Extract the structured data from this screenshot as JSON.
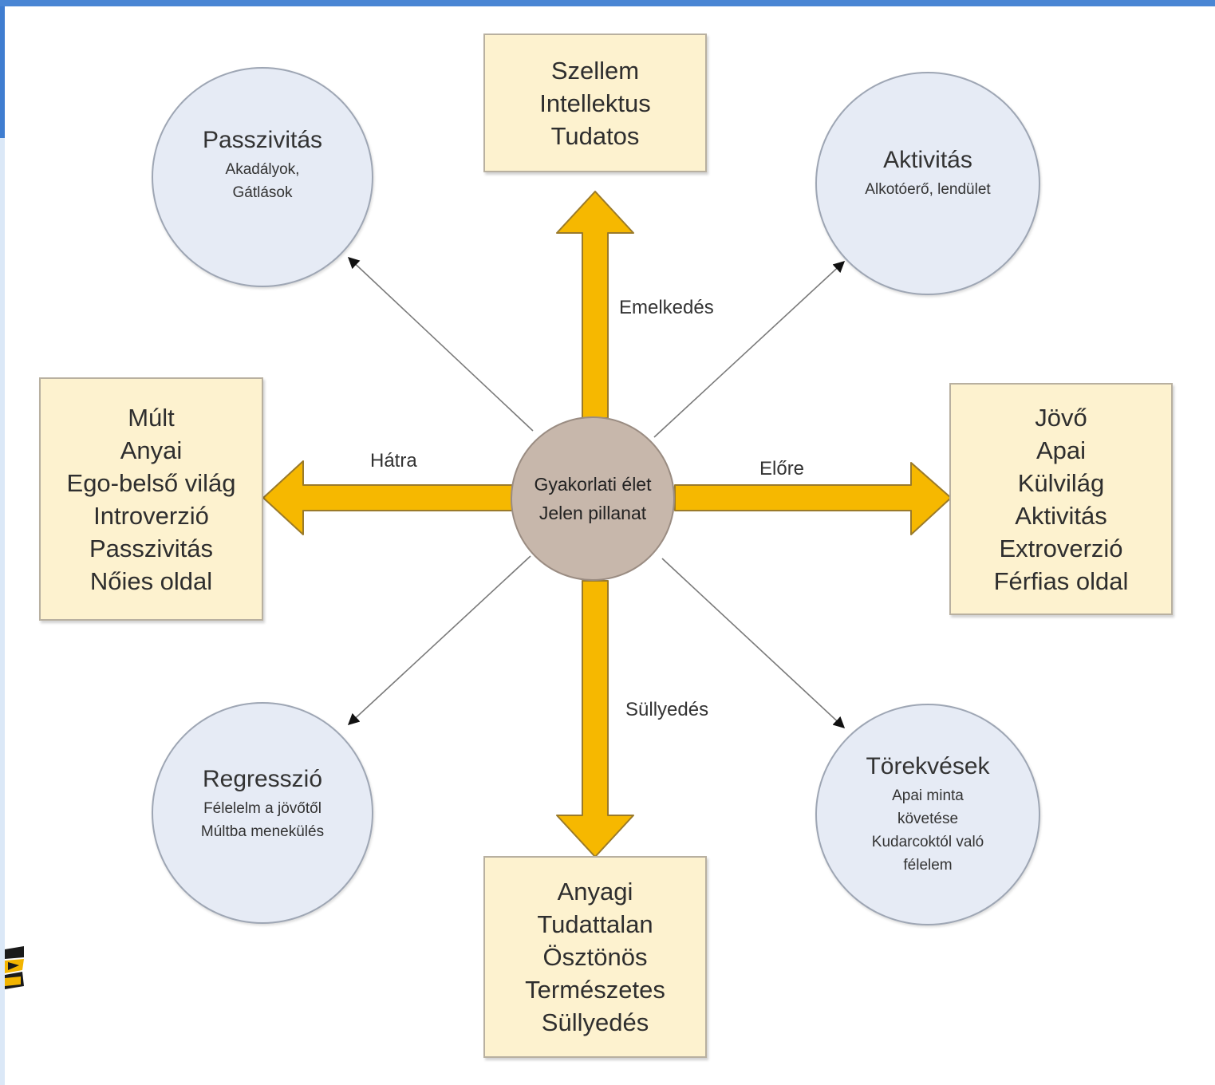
{
  "center": {
    "line1": "Gyakorlati élet",
    "line2": "Jelen pillanat"
  },
  "boxes": {
    "top": {
      "lines": [
        "Szellem",
        "Intellektus",
        "Tudatos"
      ]
    },
    "left": {
      "lines": [
        "Múlt",
        "Anyai",
        "Ego-belső világ",
        "Introverzió",
        "Passzivitás",
        "Nőies oldal"
      ]
    },
    "right": {
      "lines": [
        "Jövő",
        "Apai",
        "Külvilág",
        "Aktivitás",
        "Extroverzió",
        "Férfias oldal"
      ]
    },
    "bottom": {
      "lines": [
        "Anyagi",
        "Tudattalan",
        "Ösztönös",
        "Természetes",
        "Süllyedés"
      ]
    }
  },
  "circles": {
    "top_left": {
      "title": "Passzivitás",
      "sub": [
        "Akadályok,",
        "Gátlások"
      ]
    },
    "top_right": {
      "title": "Aktivitás",
      "sub": [
        "Alkotóerő, lendület"
      ]
    },
    "bottom_left": {
      "title": "Regresszió",
      "sub": [
        "Félelelm a jövőtől",
        "Múltba menekülés"
      ]
    },
    "bottom_right": {
      "title": "Törekvések",
      "sub": [
        "Apai minta",
        "követése",
        "Kudarcoktól való",
        "félelem"
      ]
    }
  },
  "edge_labels": {
    "up": "Emelkedés",
    "down": "Süllyedés",
    "left": "Hátra",
    "right": "Előre"
  },
  "colors": {
    "arrow_fill": "#f6b800",
    "arrow_stroke": "#9a7a2a",
    "box_fill": "#fdf2cf",
    "circle_fill": "#e6ebf5",
    "center_fill": "#c7b7ab",
    "top_band": "#4a86d4"
  }
}
